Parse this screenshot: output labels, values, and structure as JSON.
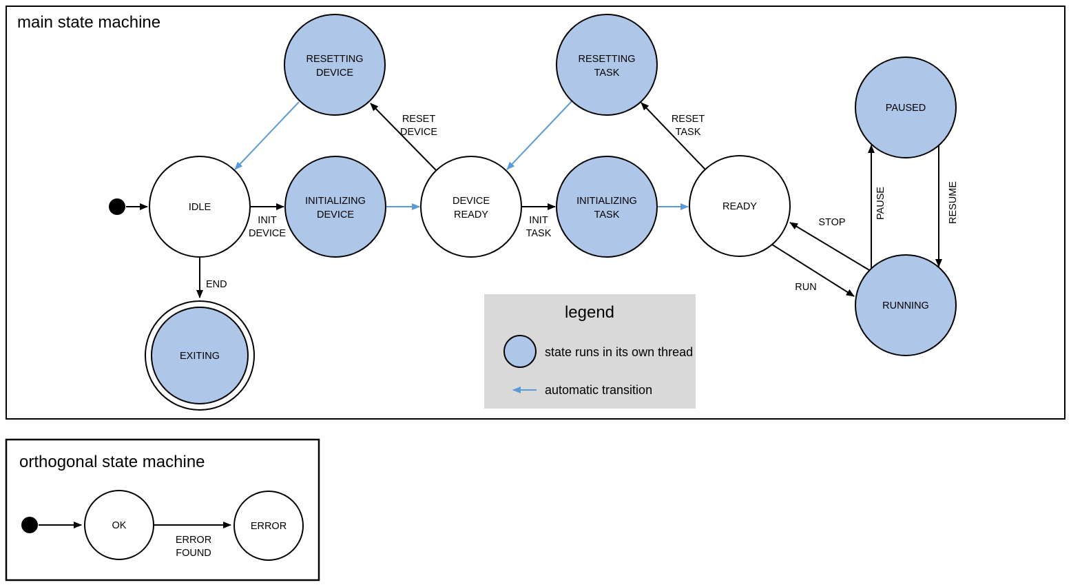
{
  "main": {
    "title": "main state machine",
    "states": {
      "idle": {
        "label": "IDLE"
      },
      "resetting_device": {
        "line1": "RESETTING",
        "line2": "DEVICE"
      },
      "initializing_device": {
        "line1": "INITIALIZING",
        "line2": "DEVICE"
      },
      "device_ready": {
        "line1": "DEVICE",
        "line2": "READY"
      },
      "resetting_task": {
        "line1": "RESETTING",
        "line2": "TASK"
      },
      "initializing_task": {
        "line1": "INITIALIZING",
        "line2": "TASK"
      },
      "ready": {
        "label": "READY"
      },
      "paused": {
        "label": "PAUSED"
      },
      "running": {
        "label": "RUNNING"
      },
      "exiting": {
        "label": "EXITING"
      }
    },
    "transitions": {
      "init_device": {
        "line1": "INIT",
        "line2": "DEVICE"
      },
      "init_task": {
        "line1": "INIT",
        "line2": "TASK"
      },
      "reset_device": {
        "line1": "RESET",
        "line2": "DEVICE"
      },
      "reset_task": {
        "line1": "RESET",
        "line2": "TASK"
      },
      "end": {
        "label": "END"
      },
      "run": {
        "label": "RUN"
      },
      "stop": {
        "label": "STOP"
      },
      "pause": {
        "label": "PAUSE"
      },
      "resume": {
        "label": "RESUME"
      }
    }
  },
  "legend": {
    "title": "legend",
    "thread_label": "state runs in its own thread",
    "auto_label": "automatic transition"
  },
  "orthogonal": {
    "title": "orthogonal state machine",
    "states": {
      "ok": {
        "label": "OK"
      },
      "error": {
        "label": "ERROR"
      }
    },
    "transitions": {
      "error_found": {
        "line1": "ERROR",
        "line2": "FOUND"
      }
    }
  },
  "colors": {
    "state_fill": "#aec6e8",
    "auto_transition": "#5b9bd5",
    "legend_bg": "#d9d9d9",
    "outline": "#000000"
  }
}
